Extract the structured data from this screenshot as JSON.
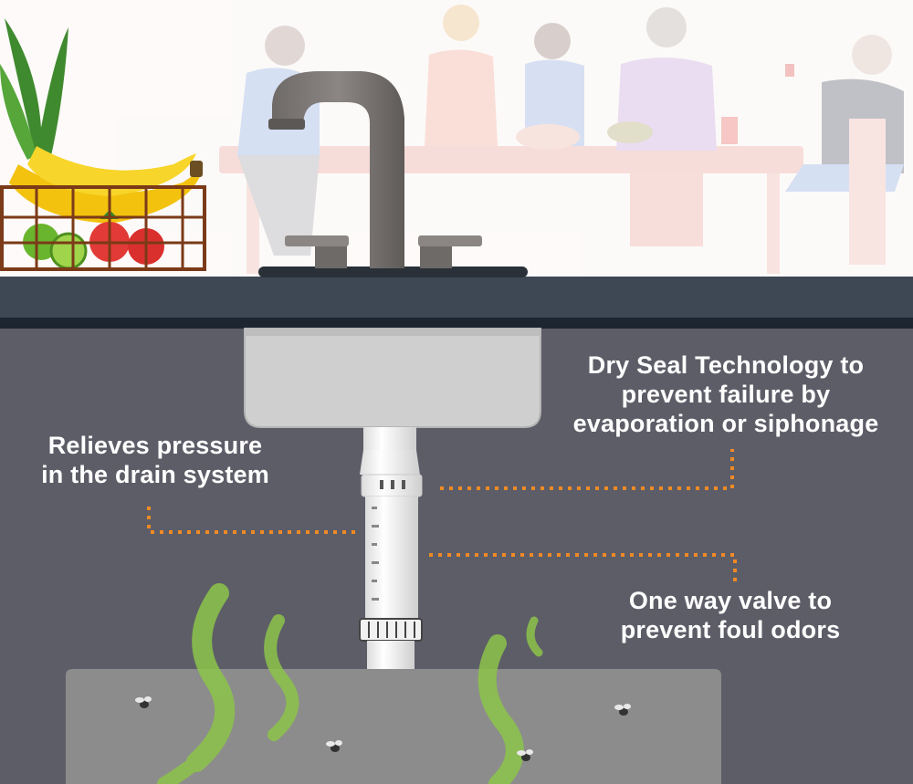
{
  "callouts": {
    "dry_seal": {
      "lines": [
        "Dry Seal Technology to",
        "prevent failure by",
        "evaporation or siphonage"
      ]
    },
    "pressure": {
      "lines": [
        "Relieves pressure",
        "in the drain system"
      ]
    },
    "valve": {
      "lines": [
        "One way valve to",
        "prevent foul odors"
      ]
    }
  },
  "colors": {
    "wall": "#5d5d68",
    "counter": "#3e4754",
    "sink_basin": "#cfcfcf",
    "pipe": "#ffffff",
    "leader_line": "#f08a24",
    "odor": "#8cc44a",
    "drain_box": "#8c8c8c"
  },
  "icons": [
    "faucet-icon",
    "fruit-basket-icon",
    "fly-icon",
    "odor-wave-icon"
  ]
}
